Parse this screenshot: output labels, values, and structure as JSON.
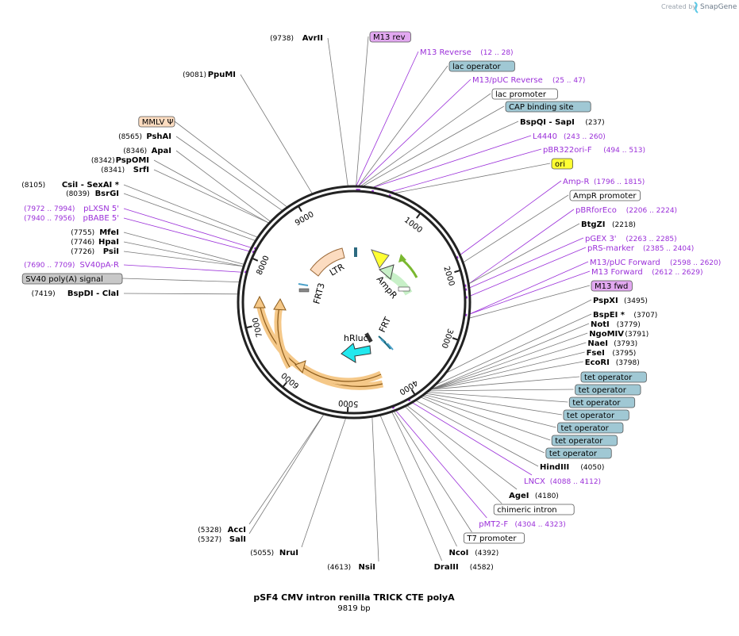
{
  "brand": {
    "created_by": "Created by",
    "name": "SnapGene"
  },
  "plasmid": {
    "name": "pSF4 CMV intron renilla TRICK CTE polyA",
    "length": 9819,
    "length_label": "9819 bp"
  },
  "ticks": [
    "1000",
    "2000",
    "3000",
    "4000",
    "5000",
    "6000",
    "7000",
    "8000",
    "9000"
  ],
  "colors": {
    "enzyme_line": "#777777",
    "primer": "#9b30d9",
    "operator": "#a0c8d4",
    "promoter": "#ffffff",
    "ori": "#ffff33",
    "ltr": "#fcdcc0",
    "polyA": "#c8c8c8",
    "m13": "#e2a8f0",
    "orf": "#f5c888",
    "hrluc": "#22e8ee",
    "ampr": "#c8f0c8"
  },
  "features": [
    {
      "name": "LTR",
      "kind": "ltr"
    },
    {
      "name": "AmpR",
      "kind": "ampr"
    },
    {
      "name": "FRT3",
      "kind": "frt"
    },
    {
      "name": "FRT",
      "kind": "frt"
    },
    {
      "name": "hRluc",
      "kind": "hrluc"
    }
  ],
  "labels": [
    {
      "name": "AvrII",
      "pos": "(9738)",
      "kind": "enzyme",
      "side": "left"
    },
    {
      "name": "PpuMI",
      "pos": "(9081)",
      "kind": "enzyme",
      "side": "left"
    },
    {
      "name": "MMLV Ψ",
      "pos": "",
      "kind": "box-ltr",
      "side": "left"
    },
    {
      "name": "PshAI",
      "pos": "(8565)",
      "kind": "enzyme",
      "side": "left"
    },
    {
      "name": "ApaI",
      "pos": "(8346)",
      "kind": "enzyme",
      "side": "left"
    },
    {
      "name": "PspOMI",
      "pos": "(8342)",
      "kind": "enzyme",
      "side": "left"
    },
    {
      "name": "SrfI",
      "pos": "(8341)",
      "kind": "enzyme",
      "side": "left"
    },
    {
      "name": "CsiI - SexAI *",
      "pos": "(8105)",
      "kind": "enzyme",
      "side": "left"
    },
    {
      "name": "BsrGI",
      "pos": "(8039)",
      "kind": "enzyme",
      "side": "left"
    },
    {
      "name": "pLXSN 5'",
      "pos": "(7972 .. 7994)",
      "kind": "primer",
      "side": "left"
    },
    {
      "name": "pBABE 5'",
      "pos": "(7940 .. 7956)",
      "kind": "primer",
      "side": "left"
    },
    {
      "name": "MfeI",
      "pos": "(7755)",
      "kind": "enzyme",
      "side": "left"
    },
    {
      "name": "HpaI",
      "pos": "(7746)",
      "kind": "enzyme",
      "side": "left"
    },
    {
      "name": "PsiI",
      "pos": "(7726)",
      "kind": "enzyme",
      "side": "left"
    },
    {
      "name": "SV40pA-R",
      "pos": "(7690 .. 7709)",
      "kind": "primer",
      "side": "left"
    },
    {
      "name": "SV40 poly(A) signal",
      "pos": "",
      "kind": "box-polyA",
      "side": "left"
    },
    {
      "name": "BspDI - ClaI",
      "pos": "(7419)",
      "kind": "enzyme",
      "side": "left"
    },
    {
      "name": "AccI",
      "pos": "(5328)",
      "kind": "enzyme",
      "side": "left"
    },
    {
      "name": "SalI",
      "pos": "(5327)",
      "kind": "enzyme",
      "side": "left"
    },
    {
      "name": "NruI",
      "pos": "(5055)",
      "kind": "enzyme",
      "side": "left"
    },
    {
      "name": "NsiI",
      "pos": "(4613)",
      "kind": "enzyme",
      "side": "left"
    },
    {
      "name": "M13 rev",
      "pos": "",
      "kind": "box-m13",
      "side": "right"
    },
    {
      "name": "M13 Reverse",
      "pos": "(12 .. 28)",
      "kind": "primer",
      "side": "right"
    },
    {
      "name": "lac operator",
      "pos": "",
      "kind": "box-operator",
      "side": "right"
    },
    {
      "name": "M13/pUC Reverse",
      "pos": "(25 .. 47)",
      "kind": "primer",
      "side": "right"
    },
    {
      "name": "lac promoter",
      "pos": "",
      "kind": "box-promoter",
      "side": "right"
    },
    {
      "name": "CAP binding site",
      "pos": "",
      "kind": "box-operator",
      "side": "right"
    },
    {
      "name": "BspQI - SapI",
      "pos": "(237)",
      "kind": "enzyme",
      "side": "right"
    },
    {
      "name": "L4440",
      "pos": "(243 .. 260)",
      "kind": "primer",
      "side": "right"
    },
    {
      "name": "pBR322ori-F",
      "pos": "(494 .. 513)",
      "kind": "primer",
      "side": "right"
    },
    {
      "name": "ori",
      "pos": "",
      "kind": "box-ori",
      "side": "right"
    },
    {
      "name": "Amp-R",
      "pos": "(1796 .. 1815)",
      "kind": "primer",
      "side": "right"
    },
    {
      "name": "AmpR promoter",
      "pos": "",
      "kind": "box-promoter",
      "side": "right"
    },
    {
      "name": "pBRforEco",
      "pos": "(2206 .. 2224)",
      "kind": "primer",
      "side": "right"
    },
    {
      "name": "BtgZI",
      "pos": "(2218)",
      "kind": "enzyme",
      "side": "right"
    },
    {
      "name": "pGEX 3'",
      "pos": "(2263 .. 2285)",
      "kind": "primer",
      "side": "right"
    },
    {
      "name": "pRS-marker",
      "pos": "(2385 .. 2404)",
      "kind": "primer",
      "side": "right"
    },
    {
      "name": "M13/pUC Forward",
      "pos": "(2598 .. 2620)",
      "kind": "primer",
      "side": "right"
    },
    {
      "name": "M13 Forward",
      "pos": "(2612 .. 2629)",
      "kind": "primer",
      "side": "right"
    },
    {
      "name": "M13 fwd",
      "pos": "",
      "kind": "box-m13",
      "side": "right"
    },
    {
      "name": "PspXI",
      "pos": "(3495)",
      "kind": "enzyme",
      "side": "right"
    },
    {
      "name": "BspEI *",
      "pos": "(3707)",
      "kind": "enzyme",
      "side": "right"
    },
    {
      "name": "NotI",
      "pos": "(3779)",
      "kind": "enzyme",
      "side": "right"
    },
    {
      "name": "NgoMIV",
      "pos": "(3791)",
      "kind": "enzyme",
      "side": "right"
    },
    {
      "name": "NaeI",
      "pos": "(3793)",
      "kind": "enzyme",
      "side": "right"
    },
    {
      "name": "FseI",
      "pos": "(3795)",
      "kind": "enzyme",
      "side": "right"
    },
    {
      "name": "EcoRI",
      "pos": "(3798)",
      "kind": "enzyme",
      "side": "right"
    },
    {
      "name": "tet operator",
      "pos": "",
      "kind": "box-operator",
      "side": "right"
    },
    {
      "name": "tet operator",
      "pos": "",
      "kind": "box-operator",
      "side": "right"
    },
    {
      "name": "tet operator",
      "pos": "",
      "kind": "box-operator",
      "side": "right"
    },
    {
      "name": "tet operator",
      "pos": "",
      "kind": "box-operator",
      "side": "right"
    },
    {
      "name": "tet operator",
      "pos": "",
      "kind": "box-operator",
      "side": "right"
    },
    {
      "name": "tet operator",
      "pos": "",
      "kind": "box-operator",
      "side": "right"
    },
    {
      "name": "tet operator",
      "pos": "",
      "kind": "box-operator",
      "side": "right"
    },
    {
      "name": "HindIII",
      "pos": "(4050)",
      "kind": "enzyme",
      "side": "right"
    },
    {
      "name": "LNCX",
      "pos": "(4088 .. 4112)",
      "kind": "primer",
      "side": "right"
    },
    {
      "name": "AgeI",
      "pos": "(4180)",
      "kind": "enzyme",
      "side": "right"
    },
    {
      "name": "chimeric intron",
      "pos": "",
      "kind": "box-promoter",
      "side": "right"
    },
    {
      "name": "pMT2-F",
      "pos": "(4304 .. 4323)",
      "kind": "primer",
      "side": "right"
    },
    {
      "name": "T7 promoter",
      "pos": "",
      "kind": "box-promoter",
      "side": "right"
    },
    {
      "name": "NcoI",
      "pos": "(4392)",
      "kind": "enzyme",
      "side": "right"
    },
    {
      "name": "DraIII",
      "pos": "(4582)",
      "kind": "enzyme",
      "side": "right"
    }
  ]
}
